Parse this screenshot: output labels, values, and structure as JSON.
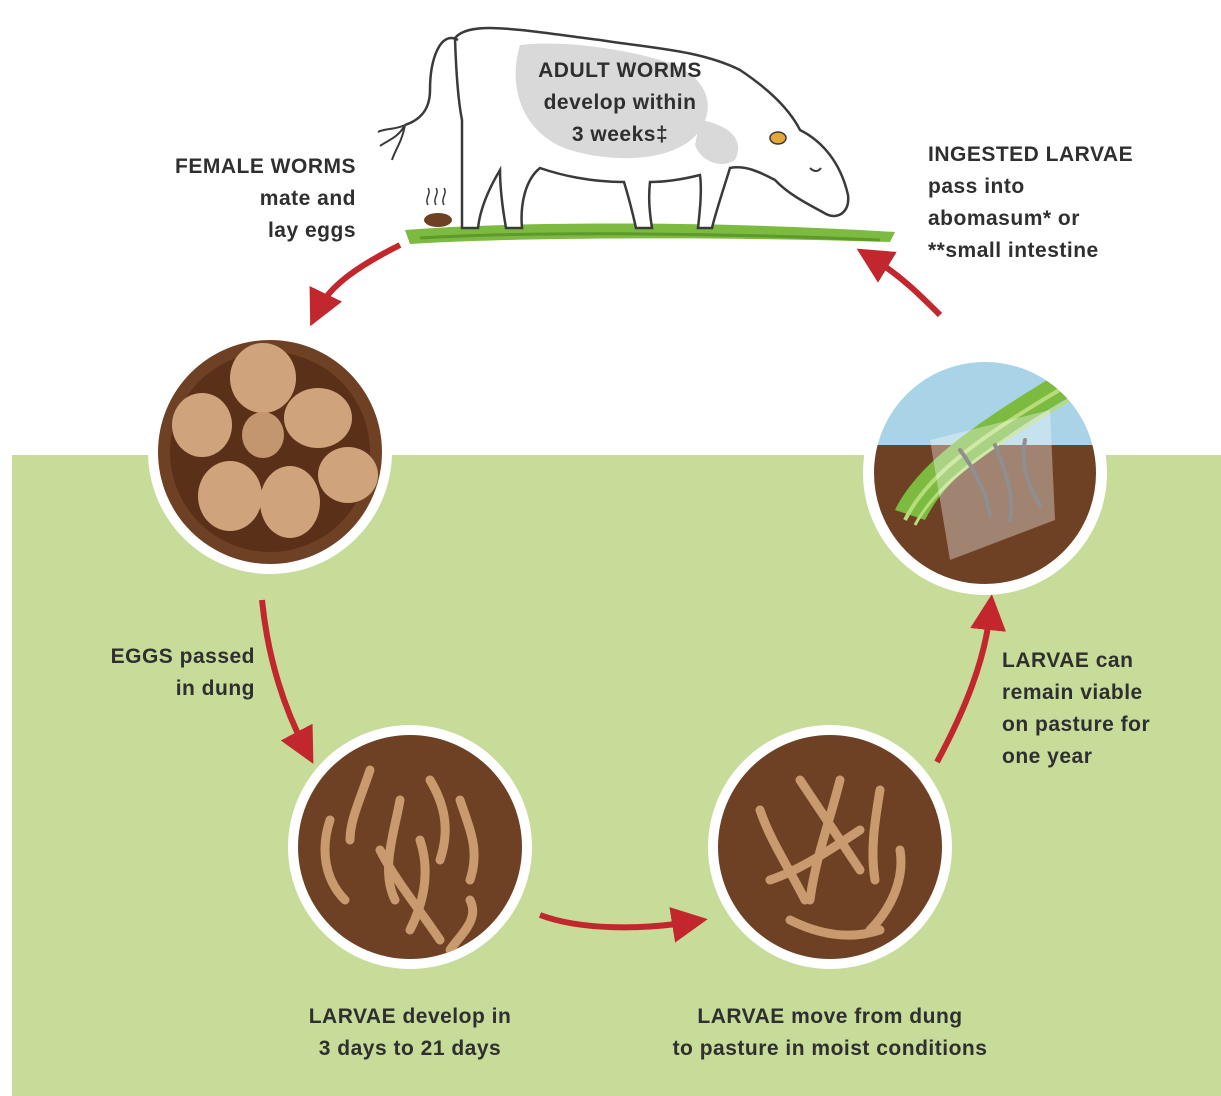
{
  "colors": {
    "field_green": "#c6dc98",
    "arrow_red": "#c1272d",
    "soil_brown": "#6e4124",
    "soil_dark": "#5a3019",
    "egg_tan": "#cfa47c",
    "larva_tan": "#c99a6e",
    "grass_green": "#7cbb3f",
    "sky_blue": "#a9d3e6",
    "text": "#2f2f2f"
  },
  "labels": {
    "adult_worms": [
      "ADULT WORMS",
      "develop within",
      "3 weeks‡"
    ],
    "female_worms": [
      "FEMALE WORMS",
      "mate and",
      "lay eggs"
    ],
    "ingested_larvae": [
      "INGESTED LARVAE",
      "pass into",
      "abomasum* or",
      "**small intestine"
    ],
    "eggs_passed": [
      "EGGS passed",
      "in dung"
    ],
    "larvae_viable": [
      "LARVAE can",
      "remain viable",
      "on pasture for",
      "one year"
    ],
    "larvae_develop": [
      "LARVAE develop in",
      "3 days to 21 days"
    ],
    "larvae_move": [
      "LARVAE move from dung",
      "to pasture in moist conditions"
    ]
  },
  "icons": [
    "cow-illustration",
    "eggs-in-dung-icon",
    "larvae-in-dung-icon",
    "larvae-on-pasture-icon",
    "larvae-on-grass-blade-icon"
  ]
}
